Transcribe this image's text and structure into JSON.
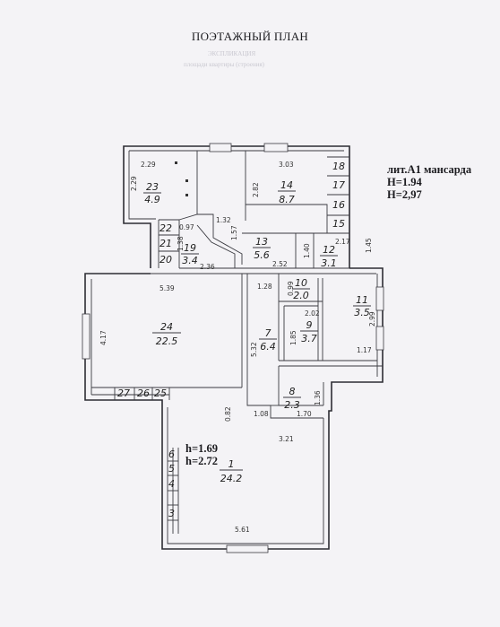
{
  "title": "ПОЭТАЖНЫЙ ПЛАН",
  "lit_block": {
    "line1": "лит.А1 мансарда",
    "line2": "H=1.94",
    "line3": "H=2,97"
  },
  "h_block": {
    "line1": "h=1.69",
    "line2": "h=2.72"
  },
  "rooms": [
    {
      "id": "23",
      "num": "23",
      "area": "4.9"
    },
    {
      "id": "14",
      "num": "14",
      "area": "8.7"
    },
    {
      "id": "19",
      "num": "19",
      "area": "3.4"
    },
    {
      "id": "13",
      "num": "13",
      "area": "5.6"
    },
    {
      "id": "12",
      "num": "12",
      "area": "3.1"
    },
    {
      "id": "10",
      "num": "10",
      "area": "2.0"
    },
    {
      "id": "11",
      "num": "11",
      "area": "3.5"
    },
    {
      "id": "24",
      "num": "24",
      "area": "22.5"
    },
    {
      "id": "7",
      "num": "7",
      "area": "6.4"
    },
    {
      "id": "9",
      "num": "9",
      "area": "3.7"
    },
    {
      "id": "8",
      "num": "8",
      "area": "2.3"
    },
    {
      "id": "1",
      "num": "1",
      "area": "24.2"
    }
  ],
  "small_rooms": [
    "18",
    "17",
    "16",
    "15",
    "22",
    "21",
    "20",
    "27",
    "26",
    "25",
    "6",
    "5",
    "4",
    "3"
  ],
  "dimensions": [
    "2.29",
    "2.29",
    "3.03",
    "2.82",
    "0.97",
    "1.32",
    "1.38",
    "1.57",
    "2.36",
    "2.52",
    "1.40",
    "2.17",
    "1.45",
    "5.39",
    "1.28",
    "0.99",
    "2.02",
    "1.85",
    "2.99",
    "1.17",
    "4.17",
    "5.32",
    "1.36",
    "1.70",
    "0.82",
    "1.08",
    "3.21",
    "5.61"
  ],
  "ghost_texts": [
    "ЭКСПЛИКАЦИЯ",
    "площади квартиры (строения)"
  ]
}
